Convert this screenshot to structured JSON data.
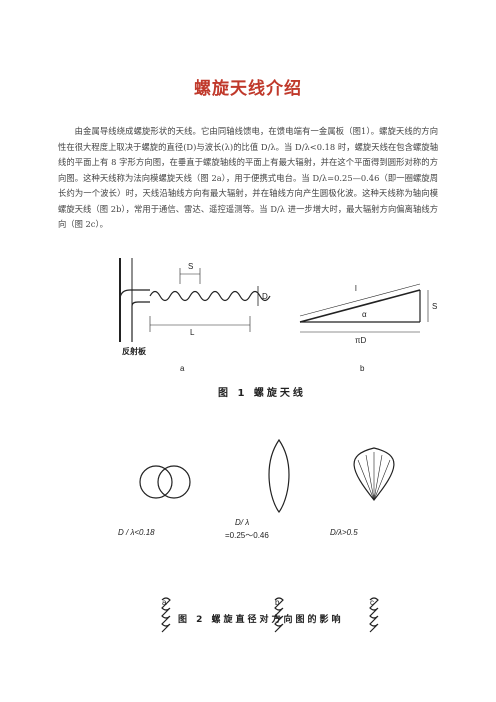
{
  "doc": {
    "title": "螺旋天线介绍",
    "paragraph": "由金属导线绕成螺旋形状的天线。它由同轴线馈电，在馈电端有一金属板（图1）。螺旋天线的方向性在很大程度上取决于螺旋的直径(D)与波长(λ)的比值 D/λ。当 D/λ<0.18 时，螺旋天线在包含螺旋轴线的平面上有 8 字形方向图，在垂直于螺旋轴线的平面上有最大辐射，并在这个平面得到圆形对称的方向图。这种天线称为法向模螺旋天线（图 2a），用于便携式电台。当 D/λ=0.25—0.46（即一圈螺旋周长约为一个波长）时，天线沿轴线方向有最大辐射，并在轴线方向产生圆极化波。这种天线称为轴向模螺旋天线（图 2b），常用于通信、雷达、遥控遥测等。当 D/λ 进一步增大时，最大辐射方向偏离轴线方向（图 2c）。"
  },
  "fig1": {
    "caption": "图 1  螺旋天线",
    "label_S": "S",
    "label_D": "D",
    "label_L": "L",
    "label_plate": "反射板",
    "label_a": "a",
    "label_b": "b",
    "label_l": "l",
    "label_alpha": "α",
    "label_piD": "πD",
    "label_S2": "S"
  },
  "fig2": {
    "caption": "图 2  螺旋直径对方向图的影响",
    "label_a_ratio": "D / λ<0.18",
    "label_b_ratio_1": "D/ λ",
    "label_b_ratio_2": "=0.25～0.46",
    "label_c_ratio": "D/λ>0.5",
    "label_a": "a",
    "label_b": "b",
    "label_c": "c"
  }
}
